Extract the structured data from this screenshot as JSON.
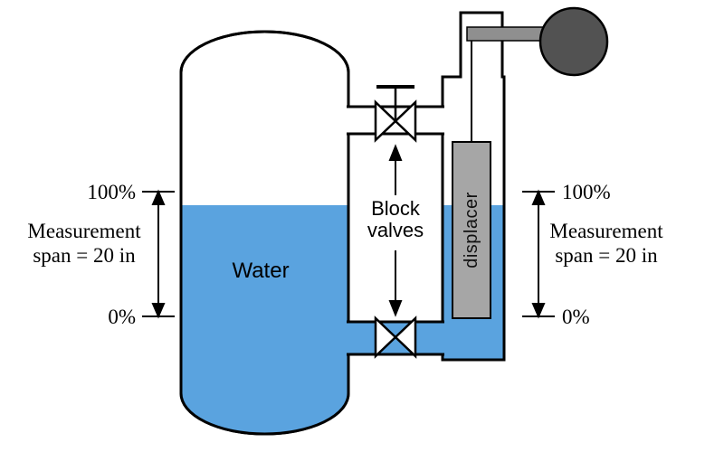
{
  "labels": {
    "water": "Water",
    "block_valves": [
      "Block",
      "valves"
    ],
    "displacer": "displacer"
  },
  "left_scale": {
    "top": "100%",
    "span_line1": "Measurement",
    "span_line2": "span = 20 in",
    "bottom": "0%"
  },
  "right_scale": {
    "top": "100%",
    "span_line1": "Measurement",
    "span_line2": "span = 20 in",
    "bottom": "0%"
  },
  "colors": {
    "water": "#5AA3DF",
    "displacer_fill": "#A6A6A6",
    "torque_bar": "#8F8F8F",
    "transmitter_head": "#525252",
    "outline": "#000000",
    "background": "#FFFFFF"
  }
}
